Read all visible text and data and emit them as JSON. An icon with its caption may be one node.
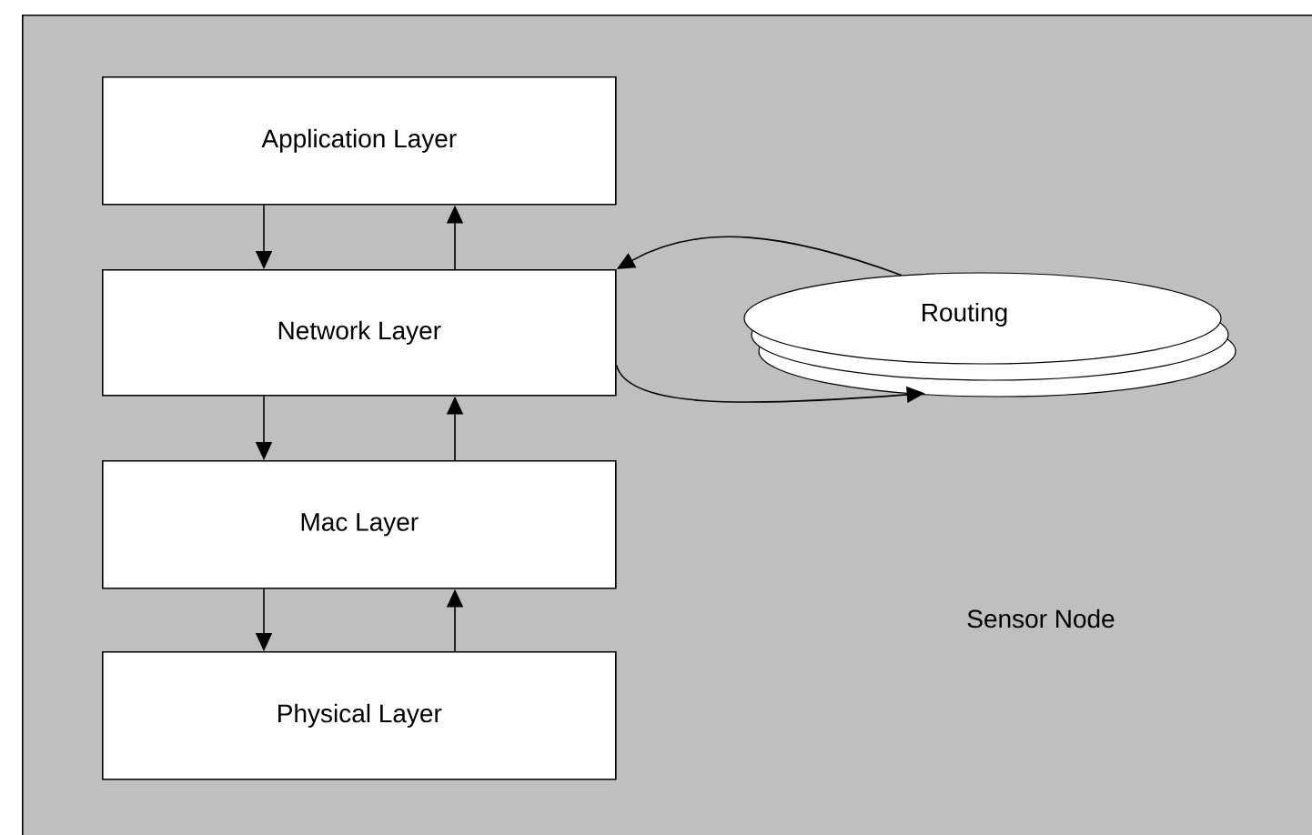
{
  "diagram": {
    "nodes": [
      {
        "text": [
          "Sensor Node"
        ]
      },
      {
        "text": [
          "Application Layer"
        ],
        "in": 0
      },
      {
        "text": [
          "Network Layer"
        ],
        "in": 0
      },
      {
        "text": [
          "Mac Layer"
        ],
        "in": 0
      },
      {
        "text": [
          "Physical Layer"
        ],
        "in": 0
      },
      {
        "text": [
          "Routing"
        ],
        "in": 0
      }
    ],
    "edges": [
      {
        "from": 1,
        "to": 2,
        "arrow": "to"
      },
      {
        "from": 2,
        "to": 1,
        "arrow": "to"
      },
      {
        "from": 2,
        "to": 3,
        "arrow": "to"
      },
      {
        "from": 3,
        "to": 2,
        "arrow": "to"
      },
      {
        "from": 3,
        "to": 4,
        "arrow": "to"
      },
      {
        "from": 4,
        "to": 3,
        "arrow": "to"
      },
      {
        "from": 5,
        "to": 2,
        "arrow": "to"
      },
      {
        "from": 2,
        "to": 5,
        "arrow": "to"
      }
    ]
  }
}
